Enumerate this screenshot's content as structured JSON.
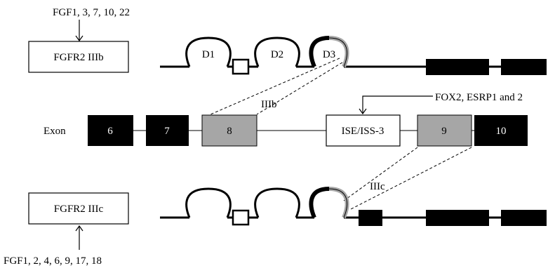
{
  "colors": {
    "black": "#000000",
    "gray": "#a6a6a6",
    "white": "#ffffff"
  },
  "top_isoform": {
    "ligands": "FGF1, 3, 7, 10, 22",
    "box_label": "FGFR2 IIIb",
    "domains": [
      "D1",
      "D2",
      "D3"
    ]
  },
  "gene": {
    "row_label": "Exon",
    "exons": [
      "6",
      "7",
      "8",
      "9",
      "10"
    ],
    "regulatory_element": "ISE/ISS-3",
    "regulators": "FOX2, ESRP1 and 2",
    "iiib_label": "IIIb",
    "iiic_label": "IIIc"
  },
  "bottom_isoform": {
    "ligands": "FGF1, 2, 4, 6, 9, 17, 18",
    "box_label": "FGFR2 IIIc"
  }
}
